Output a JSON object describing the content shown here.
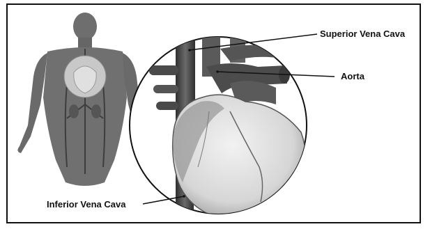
{
  "labels": {
    "superior_vena_cava": "Superior Vena Cava",
    "aorta": "Aorta",
    "inferior_vena_cava": "Inferior Vena Cava"
  },
  "colors": {
    "frame": "#111111",
    "body_fill": "#6e6e6e",
    "heart_light": "#e6e6e6",
    "vessel_dark": "#4a4a4a",
    "line": "#111111"
  }
}
